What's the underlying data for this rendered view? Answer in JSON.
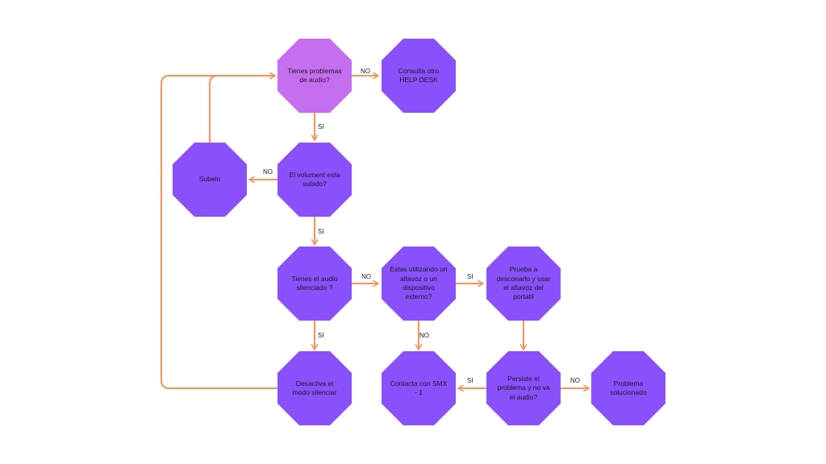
{
  "colors": {
    "node_primary": "#8950fc",
    "node_start": "#c56ef0",
    "connector": "#f5935b"
  },
  "nodes": {
    "problem_audio": "Tienes problemas de audio?",
    "other_helpdesk": "Consulta otro HELP DESK",
    "volume_up": "El volument esta subido?",
    "raise_it": "Subelo",
    "muted": "Tienes el audio silenciado ?",
    "external_device": "Estas utilizando un altavoz o un dispositivo externo?",
    "disconnect_try": "Prueba a desconarlo y usar el altavoz del portatil",
    "disable_mute": "Desactiva el modo silenciar",
    "contact_smx": "Contacta con SMX - 1",
    "persists": "Persiste el problema y no va el audio?",
    "solved": "Problema solucionado"
  },
  "edge_labels": {
    "e1": "NO",
    "e2": "SI",
    "e3": "NO",
    "e4": "SI",
    "e5": "NO",
    "e6": "SI",
    "e7": "SI",
    "e8": "NO",
    "e9": "SI",
    "e10": "NO"
  }
}
